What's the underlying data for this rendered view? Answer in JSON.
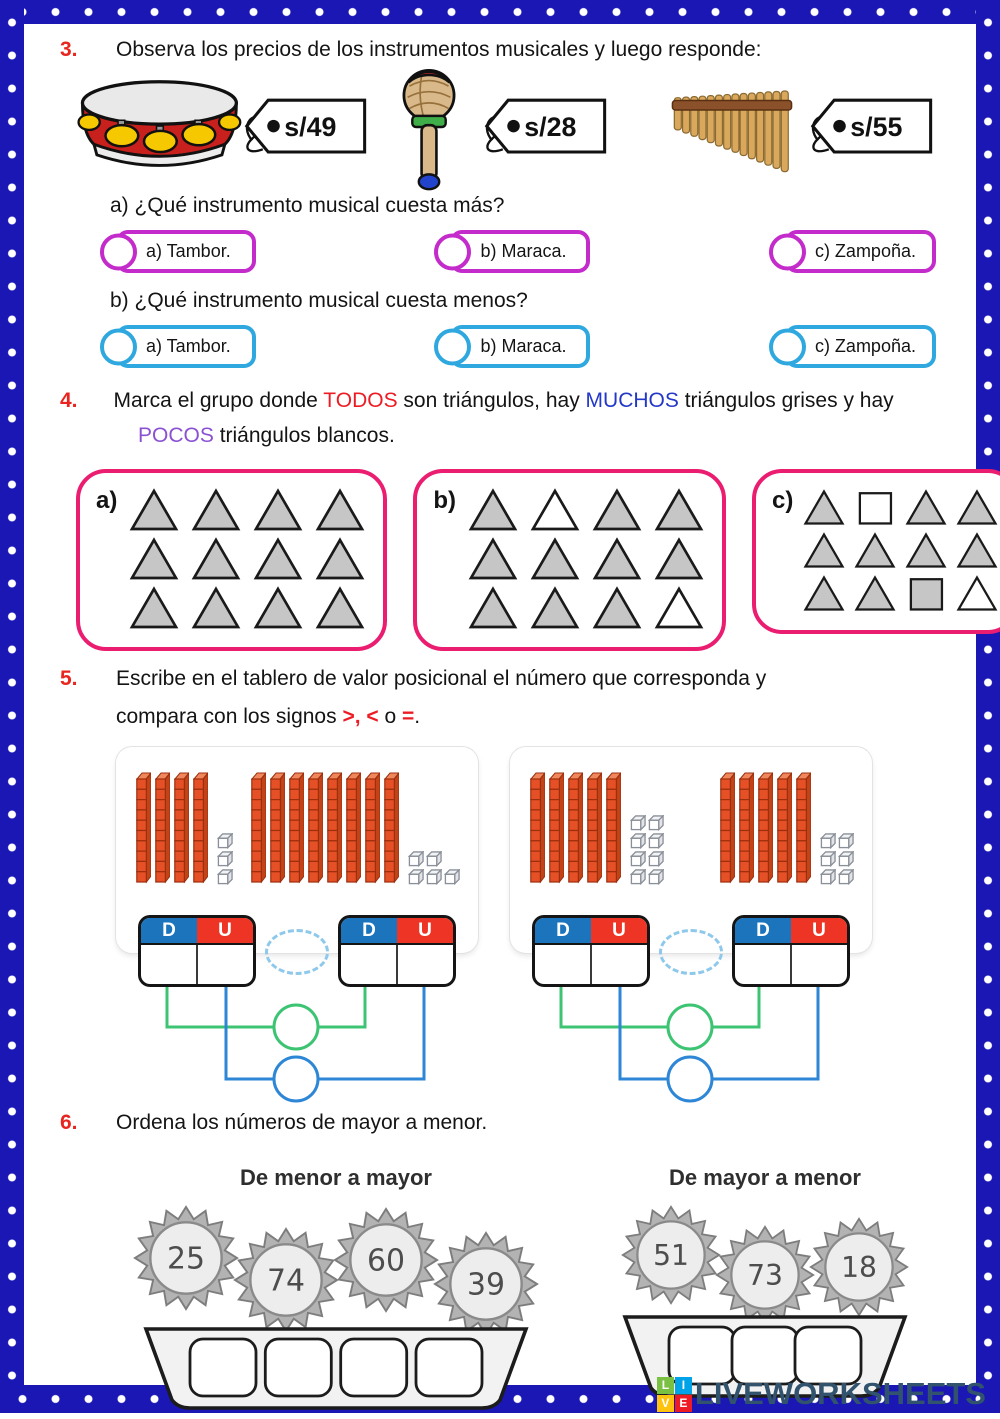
{
  "colors": {
    "frame_blue": "#1b17b4",
    "question_number_red": "#e8251f",
    "group_box_pink": "#ea1d70",
    "row_a_magenta": "#c32ccb",
    "row_b_cyan": "#2fa8e0",
    "d_header_blue": "#1b74bc",
    "u_header_red": "#ee3425",
    "connector_green": "#3cc473",
    "connector_blue": "#2e86d6",
    "rod_orange": "#e55026"
  },
  "q3": {
    "number": "3.",
    "prompt": "Observa los precios de los instrumentos musicales y luego responde:",
    "instruments": [
      {
        "name": "tambor",
        "icon": "tambourine-icon",
        "price": "s/49"
      },
      {
        "name": "maraca",
        "icon": "maraca-icon",
        "price": "s/28"
      },
      {
        "name": "zampona",
        "icon": "panflute-icon",
        "price": "s/55"
      }
    ],
    "sub_a": "a) ¿Qué instrumento musical cuesta más?",
    "sub_b": "b) ¿Qué instrumento musical cuesta menos?",
    "options": [
      {
        "label": "a) Tambor."
      },
      {
        "label": "b) Maraca."
      },
      {
        "label": "c) Zampoña."
      }
    ],
    "row_a_color": "#c32ccb",
    "row_b_color": "#2fa8e0"
  },
  "q4": {
    "number": "4.",
    "prompt_parts": [
      {
        "text": "Marca el grupo donde "
      },
      {
        "text": "TODOS",
        "color": "#ed1c24"
      },
      {
        "text": " son triángulos, hay "
      },
      {
        "text": "MUCHOS",
        "color": "#2438c8"
      },
      {
        "text": " triángulos grises y hay "
      },
      {
        "text": "POCOS",
        "color": "#8a52d2"
      },
      {
        "text": " triángulos blancos."
      }
    ],
    "shape_codes": {
      "t": "gray-triangle",
      "T": "white-triangle",
      "s": "gray-square",
      "S": "white-square"
    },
    "groups": [
      {
        "label": "a)",
        "rows": [
          [
            "t",
            "t",
            "t",
            "t"
          ],
          [
            "t",
            "t",
            "t",
            "t"
          ],
          [
            "t",
            "t",
            "t",
            "t"
          ]
        ]
      },
      {
        "label": "b)",
        "rows": [
          [
            "t",
            "T",
            "t",
            "t"
          ],
          [
            "t",
            "t",
            "t",
            "t"
          ],
          [
            "t",
            "t",
            "t",
            "T"
          ]
        ]
      },
      {
        "label": "c)",
        "rows": [
          [
            "t",
            "S",
            "t",
            "t"
          ],
          [
            "t",
            "t",
            "t",
            "t"
          ],
          [
            "t",
            "t",
            "s",
            "T"
          ]
        ]
      }
    ]
  },
  "q5": {
    "number": "5.",
    "prompt_line1": "Escribe en el tablero de valor posicional el número que corresponda y",
    "prompt_line2_parts": [
      {
        "text": "compara con los signos "
      },
      {
        "text": ">,",
        "color": "#ed1c24",
        "bold": true
      },
      {
        "text": "  "
      },
      {
        "text": "<",
        "color": "#ed1c24",
        "bold": true
      },
      {
        "text": " o "
      },
      {
        "text": "=",
        "color": "#ed1c24",
        "bold": true
      },
      {
        "text": "."
      }
    ],
    "d_label": "D",
    "u_label": "U",
    "panels": [
      {
        "groups": [
          {
            "tens": 4,
            "ones_rows": [
              1,
              1,
              1
            ]
          },
          {
            "tens": 8,
            "ones_rows": [
              2,
              3
            ]
          }
        ]
      },
      {
        "groups": [
          {
            "tens": 5,
            "ones_rows": [
              2,
              2,
              2,
              2
            ]
          },
          {
            "tens": 5,
            "ones_rows": [
              2,
              2,
              2
            ]
          }
        ]
      }
    ]
  },
  "q6": {
    "number": "6.",
    "prompt": "Ordena los números de mayor a menor.",
    "columns": [
      {
        "title": "De menor a mayor",
        "flowers": [
          "25",
          "74",
          "60",
          "39"
        ],
        "boxes": 4
      },
      {
        "title": "De mayor a menor",
        "flowers": [
          "51",
          "73",
          "18"
        ],
        "boxes": 3
      }
    ]
  },
  "footer": {
    "logo_squares": [
      {
        "letter": "L",
        "color": "#7ac143"
      },
      {
        "letter": "I",
        "color": "#00a2e8"
      },
      {
        "letter": "V",
        "color": "#ffc20e"
      },
      {
        "letter": "E",
        "color": "#ed1c24"
      }
    ],
    "logo_text": "LIVEWORKSHEETS"
  }
}
